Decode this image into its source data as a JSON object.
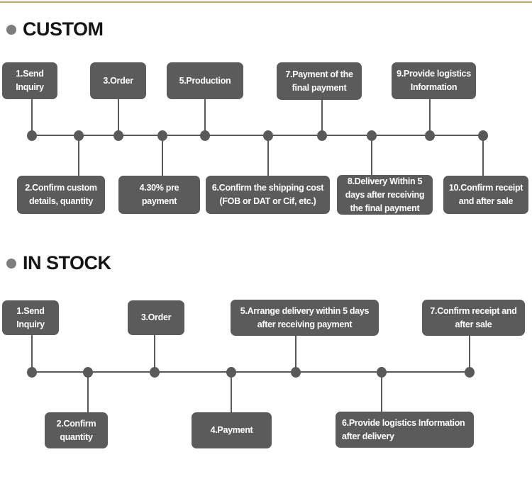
{
  "colors": {
    "top_border": "#c7a262",
    "box_background": "#5b5b5b",
    "box_text": "#ffffff",
    "timeline": "#595959",
    "bullet": "#7d7d7d",
    "heading_text": "#151515"
  },
  "sections": [
    {
      "title": "CUSTOM",
      "steps": [
        "1.Send Inquiry",
        "2.Confirm custom details, quantity",
        "3.Order",
        "4.30% pre payment",
        "5.Production",
        "6.Confirm the shipping cost (FOB or DAT or Cif, etc.)",
        "7.Payment of the final payment",
        "8.Delivery Within 5 days after receiving the final payment",
        "9.Provide logistics Information",
        "10.Confirm receipt and after sale"
      ]
    },
    {
      "title": "IN STOCK",
      "steps": [
        "1.Send Inquiry",
        "2.Confirm quantity",
        "3.Order",
        "4.Payment",
        "5.Arrange delivery within 5 days after receiving payment",
        "6.Provide logistics Information after delivery",
        "7.Confirm receipt and after sale"
      ]
    }
  ]
}
